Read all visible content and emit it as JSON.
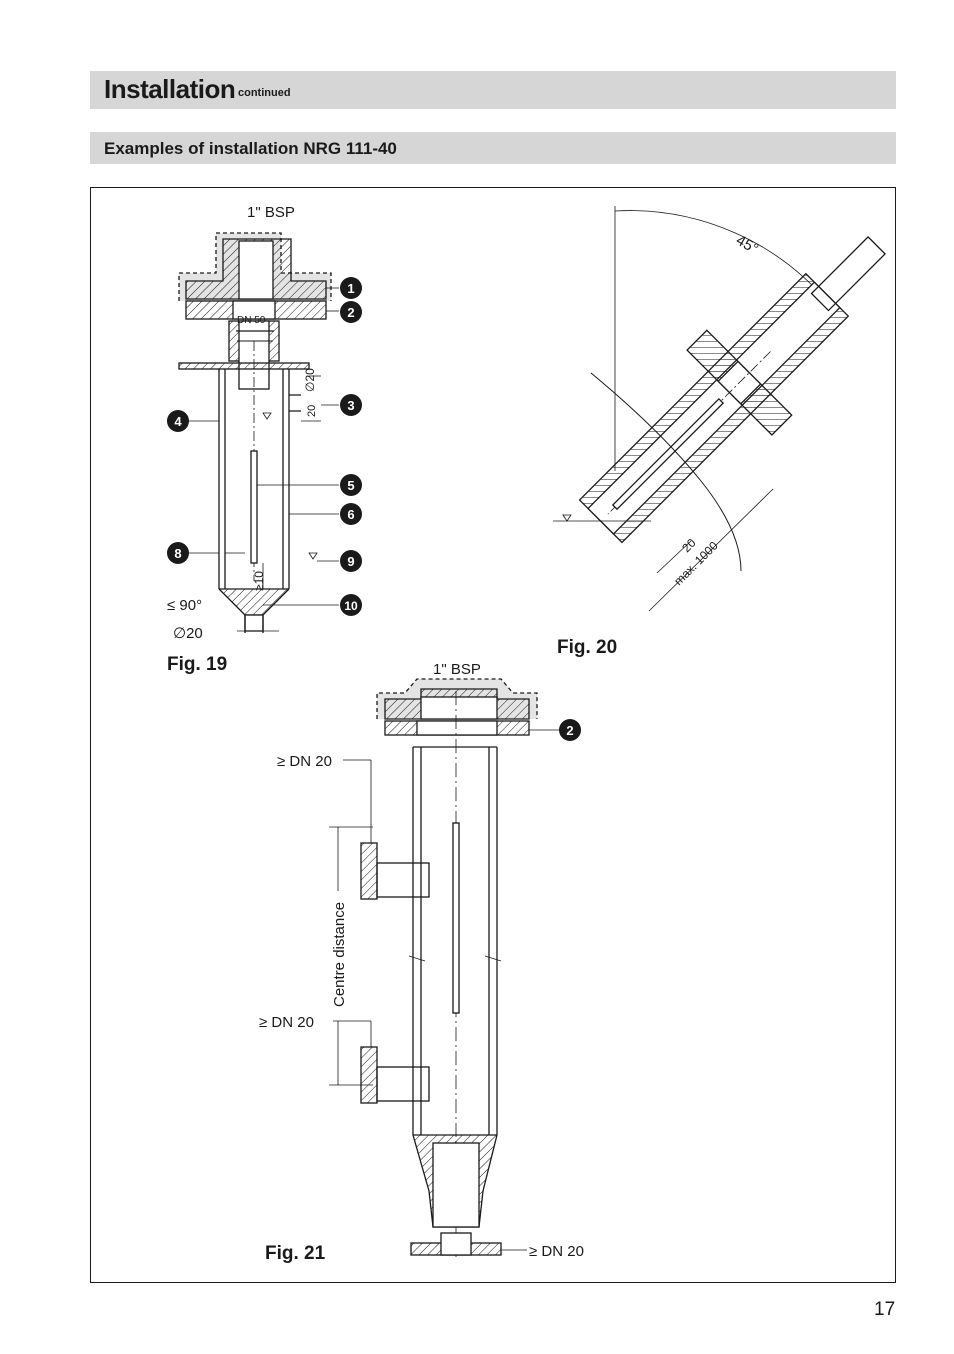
{
  "header": {
    "title": "Installation",
    "suffix": "continued"
  },
  "section": {
    "title": "Examples of installation NRG 111-40"
  },
  "fig19": {
    "caption": "Fig. 19",
    "thread_label": "1\" BSP",
    "dn_label": "DN 50",
    "dim_diameter_vent": "∅20",
    "dim_20": "20",
    "angle_label": "≤ 90°",
    "bottom_diameter": "∅20",
    "min_label": "≥10",
    "callouts": [
      "1",
      "2",
      "3",
      "4",
      "5",
      "6",
      "8",
      "9",
      "10"
    ]
  },
  "fig20": {
    "caption": "Fig. 20",
    "angle": "45°",
    "dim_20": "20",
    "dim_max": "max. 1000"
  },
  "fig21": {
    "caption": "Fig. 21",
    "thread_label": "1\" BSP",
    "dn_top": "≥ DN 20",
    "dn_mid": "≥ DN 20",
    "dn_bottom": "≥ DN 20",
    "centre_distance": "Centre distance",
    "callout": "2"
  },
  "page": {
    "number": "17"
  }
}
